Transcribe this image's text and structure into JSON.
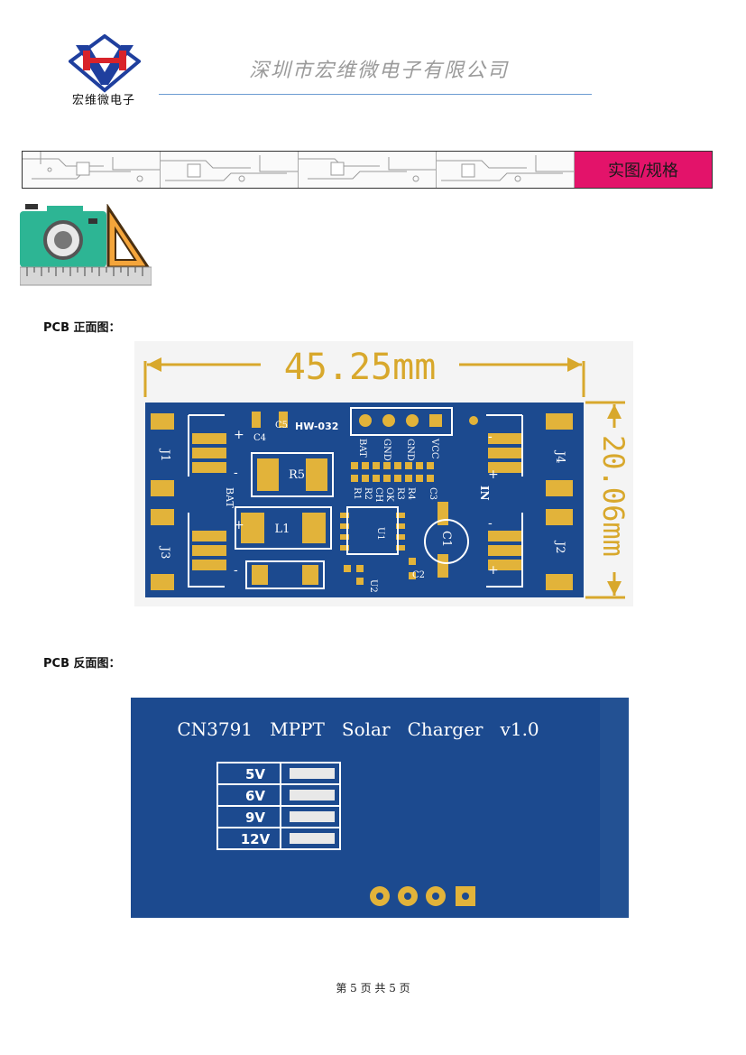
{
  "header": {
    "logo_text": "HV",
    "logo_caption": "宏维微电子",
    "company_name": "深圳市宏维微电子有限公司"
  },
  "banner": {
    "label": "实图/规格"
  },
  "colors": {
    "banner_accent": "#e3136a",
    "pcb_blue": "#1c4a8f",
    "pad_gold": "#e2b33a",
    "dimension_gold": "#d8a82c",
    "header_rule": "#6c9bd2",
    "icon_teal": "#2db594"
  },
  "icons": [
    "camera-icon",
    "triangle-ruler-icon"
  ],
  "sections": {
    "front_label": "PCB 正面图：",
    "back_label": "PCB 反面图："
  },
  "front_pcb": {
    "width_dimension": "45.25mm",
    "height_dimension": "20.06mm",
    "board_id": "HW-032",
    "pin_labels": [
      "BAT",
      "GND",
      "GND",
      "VCC"
    ],
    "components": [
      "J1",
      "J2",
      "J3",
      "J4",
      "C1",
      "C2",
      "C3",
      "C4",
      "C5",
      "R1",
      "R2",
      "R3",
      "R4",
      "R5",
      "L1",
      "U1",
      "U2",
      "CH",
      "OK"
    ],
    "marks": {
      "bat": "BAT",
      "in": "IN",
      "plus": "+",
      "minus": "-"
    }
  },
  "back_pcb": {
    "title": "CN3791   MPPT   Solar   Charger   v1.0",
    "voltages": [
      "5V",
      "6V",
      "9V",
      "12V"
    ]
  },
  "footer": {
    "text": "第 5 页 共 5 页"
  }
}
